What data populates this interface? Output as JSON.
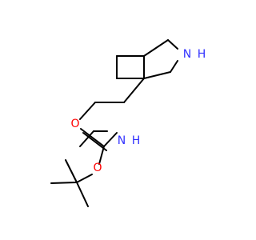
{
  "molecule": {
    "atoms": {
      "nh_ring": {
        "label": "N",
        "suffix": "H",
        "color": "#3232ff"
      },
      "nh_carbamate": {
        "label": "N",
        "suffix": "H",
        "color": "#3232ff"
      },
      "o_carbonyl": {
        "label": "O",
        "color": "#ff0000"
      },
      "o_ester": {
        "label": "O",
        "color": "#ff0000"
      }
    },
    "bond_color": "#000000"
  }
}
